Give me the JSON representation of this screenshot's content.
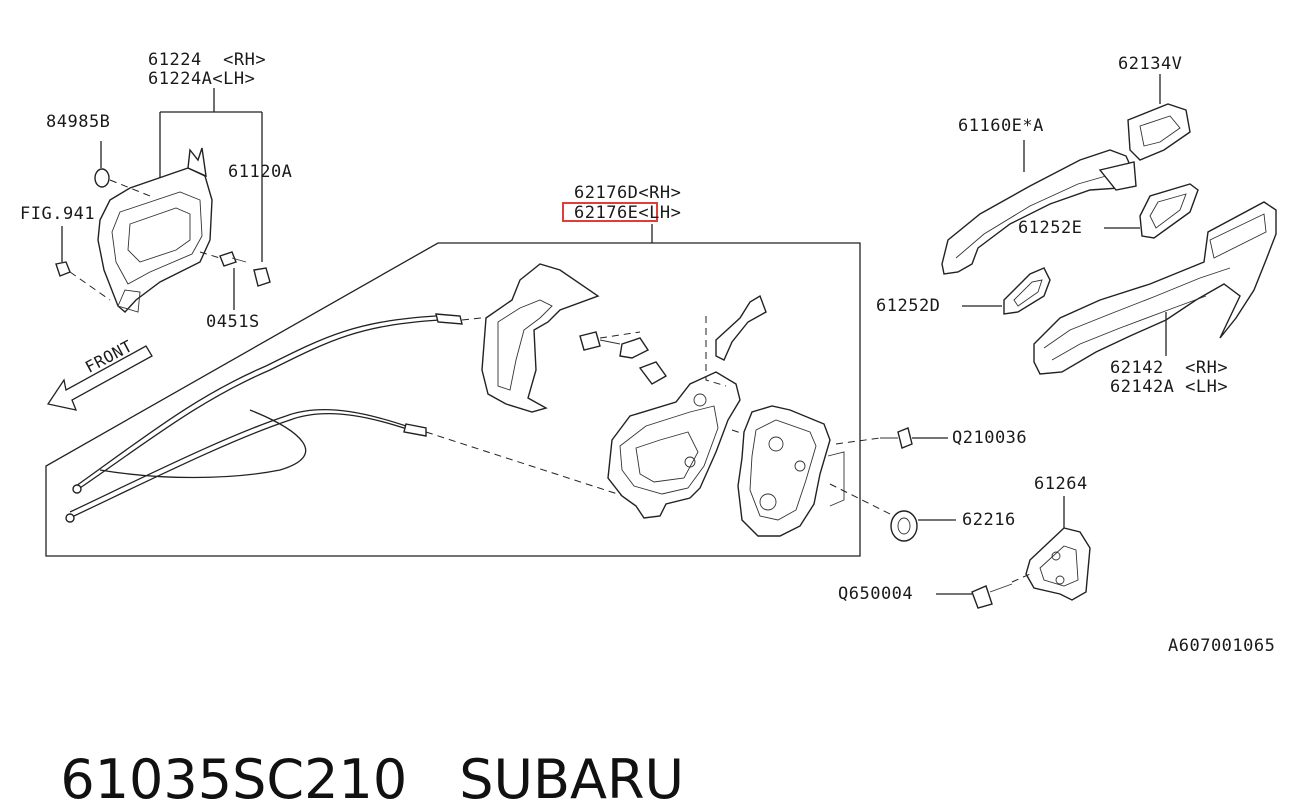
{
  "caption": {
    "part_number": "61035SC210",
    "brand": "SUBARU"
  },
  "diagram_code": "A607001065",
  "front_label": "FRONT",
  "labels": [
    {
      "id": "l-61224",
      "text": "61224  <RH>"
    },
    {
      "id": "l-61224a",
      "text": "61224A<LH>"
    },
    {
      "id": "l-84985b",
      "text": "84985B"
    },
    {
      "id": "l-61120a",
      "text": "61120A"
    },
    {
      "id": "l-fig941",
      "text": "FIG.941"
    },
    {
      "id": "l-0451s",
      "text": "0451S"
    },
    {
      "id": "l-62176d",
      "text": "62176D<RH>"
    },
    {
      "id": "l-62176e",
      "text": "62176E<LH>"
    },
    {
      "id": "l-62134v",
      "text": "62134V"
    },
    {
      "id": "l-61160e",
      "text": "61160E*A"
    },
    {
      "id": "l-61252e",
      "text": "61252E"
    },
    {
      "id": "l-61252d",
      "text": "61252D"
    },
    {
      "id": "l-62142",
      "text": "62142  <RH>"
    },
    {
      "id": "l-62142a",
      "text": "62142A <LH>"
    },
    {
      "id": "l-q210036",
      "text": "Q210036"
    },
    {
      "id": "l-62216",
      "text": "62216"
    },
    {
      "id": "l-61264",
      "text": "61264"
    },
    {
      "id": "l-q650004",
      "text": "Q650004"
    }
  ],
  "colors": {
    "line": "#222222",
    "highlight": "#e03c3c",
    "background": "#ffffff"
  }
}
